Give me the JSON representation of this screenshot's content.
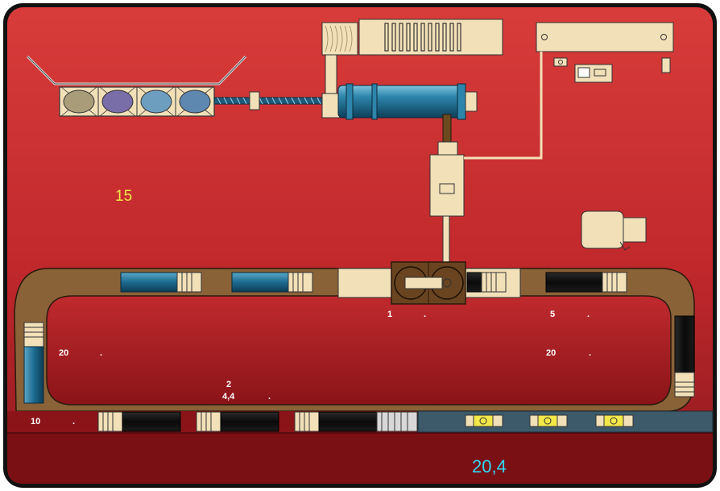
{
  "labels": {
    "station_1": "1",
    "station_1_dot": ".",
    "station_5": "5",
    "station_5_dot": ".",
    "left_20": "20",
    "left_20_dot": ".",
    "right_20": "20",
    "right_20_dot": ".",
    "mid_2": "2",
    "mid_44": "4,4",
    "mid_44_dot": ".",
    "bottom_10": "10",
    "bottom_10_dot": ".",
    "area_15": "15",
    "floor_204": "20,4"
  },
  "colors": {
    "background_red": "#d63a3a",
    "dark_red": "#7a1014",
    "track_brown": "#8a6238",
    "cream": "#f2e0b8",
    "blue_cylinder": "#1f6a8f",
    "yellow_label": "#f2e84a",
    "cyan_label": "#33d6f0",
    "conveyor_gray": "#3c5a6a"
  }
}
